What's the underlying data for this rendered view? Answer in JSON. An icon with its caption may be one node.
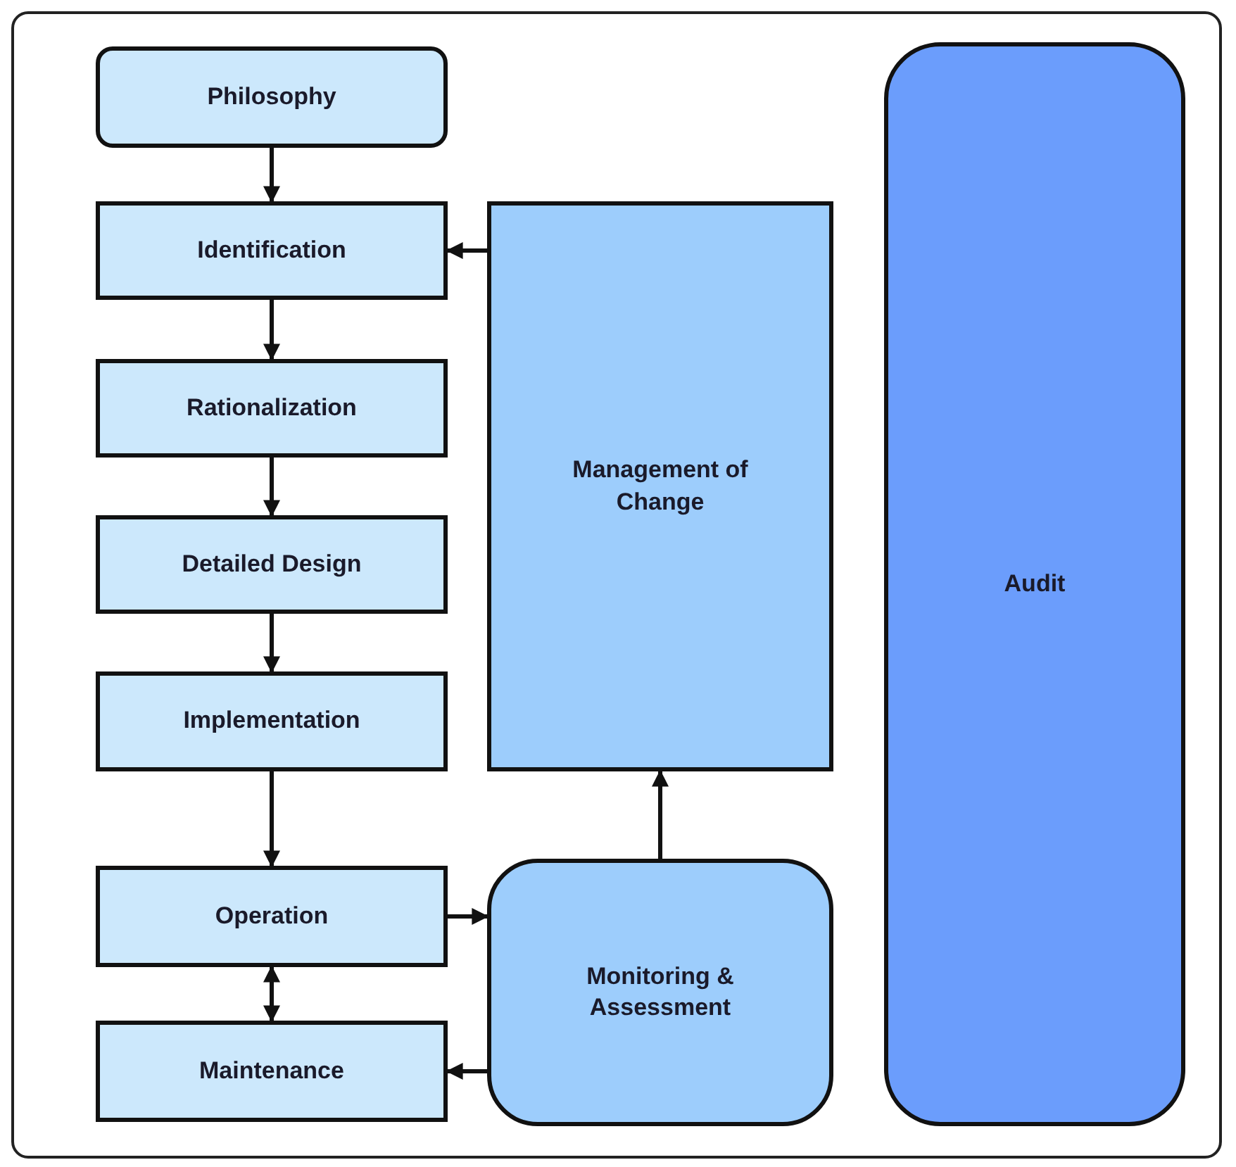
{
  "diagram": {
    "nodes": [
      {
        "text": [
          "Philosophy"
        ]
      },
      {
        "text": [
          "Identification"
        ]
      },
      {
        "text": [
          "Rationalization"
        ]
      },
      {
        "text": [
          "Detailed Design"
        ]
      },
      {
        "text": [
          "Implementation"
        ]
      },
      {
        "text": [
          "Operation"
        ]
      },
      {
        "text": [
          "Maintenance"
        ]
      },
      {
        "text": [
          "Management of Change"
        ]
      },
      {
        "text": [
          "Monitoring & Assessment"
        ]
      },
      {
        "text": [
          "Audit"
        ]
      }
    ],
    "edges": [
      {
        "from": 0,
        "to": 1,
        "arrow": "to"
      },
      {
        "from": 1,
        "to": 2,
        "arrow": "to"
      },
      {
        "from": 2,
        "to": 3,
        "arrow": "to"
      },
      {
        "from": 3,
        "to": 4,
        "arrow": "to"
      },
      {
        "from": 4,
        "to": 5,
        "arrow": "to"
      },
      {
        "from": 5,
        "to": 6,
        "arrow": "both"
      },
      {
        "from": 7,
        "to": 1,
        "arrow": "to"
      },
      {
        "from": 5,
        "to": 8,
        "arrow": "to"
      },
      {
        "from": 8,
        "to": 6,
        "arrow": "to"
      },
      {
        "from": 8,
        "to": 7,
        "arrow": "to"
      }
    ]
  }
}
